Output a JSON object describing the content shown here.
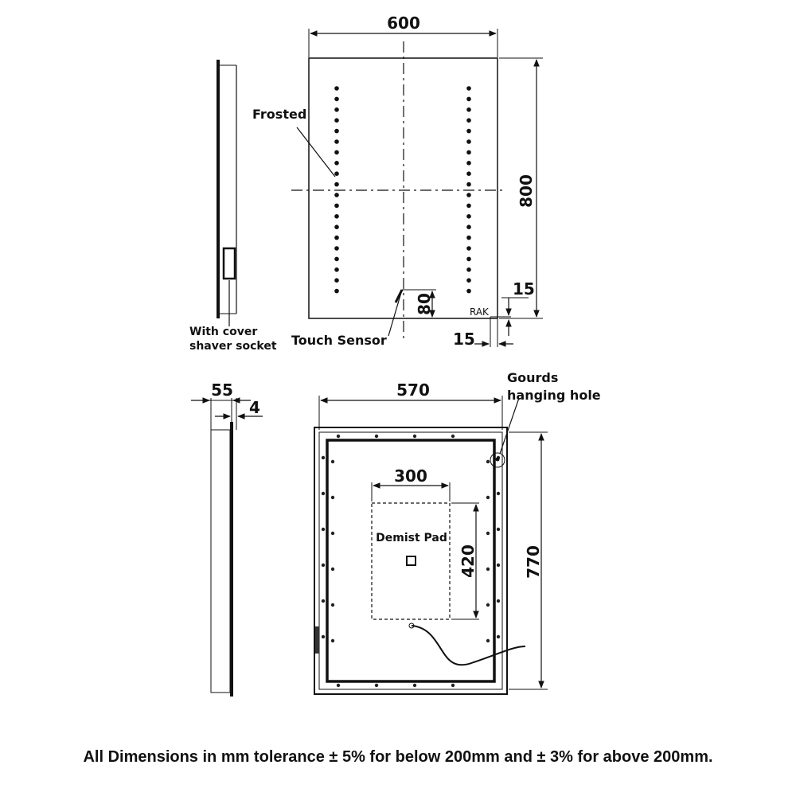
{
  "front_view": {
    "width_label": "600",
    "height_label": "800",
    "frosted_label": "Frosted",
    "touch_sensor_label": "Touch Sensor",
    "sensor_offset_label": "80",
    "corner_offset_v_label": "15",
    "corner_offset_h_label": "15",
    "corner_tag": "RAK"
  },
  "side_view": {
    "socket_label_line1": "With cover",
    "socket_label_line2": "shaver socket"
  },
  "side_section": {
    "depth_label": "55",
    "glass_label": "4"
  },
  "rear_view": {
    "width_label": "570",
    "height_label": "770",
    "hole_label_line1": "Gourds",
    "hole_label_line2": "hanging hole",
    "pad_width_label": "300",
    "pad_height_label": "420",
    "pad_label": "Demist Pad"
  },
  "footnote": "All Dimensions in mm tolerance ± 5% for below 200mm and ± 3% for above 200mm."
}
